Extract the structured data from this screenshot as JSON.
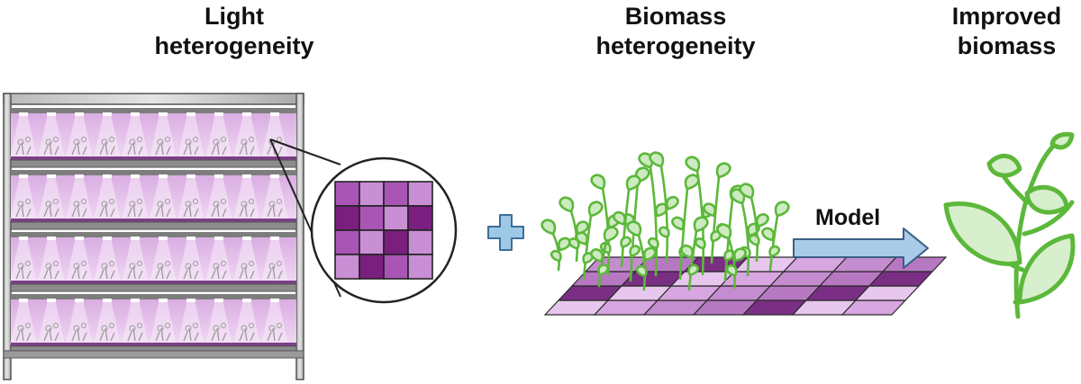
{
  "titles": {
    "light": [
      "Light",
      "heterogeneity"
    ],
    "biomass": [
      "Biomass",
      "heterogeneity"
    ],
    "improved": [
      "Improved",
      "biomass"
    ]
  },
  "arrow_label": "Model",
  "colors": {
    "shelf_frame": "#9a9a9a",
    "shelf_light": "#e6c6ee",
    "grid_light": "#c98fd4",
    "grid_mid": "#a955b6",
    "grid_dark": "#7a1f7f",
    "plus": "#9ec9e6",
    "arrow": "#a9cbe8",
    "leaf_fill": "#cdeac0",
    "leaf_stroke": "#5cb83a"
  },
  "light_grid": [
    [
      1,
      0,
      1,
      0
    ],
    [
      2,
      1,
      0,
      2
    ],
    [
      1,
      0,
      2,
      0
    ],
    [
      0,
      2,
      1,
      0
    ]
  ],
  "icons": {
    "shelf": "vertical-farm-shelf-icon",
    "zoom": "magnifier-grid-icon",
    "plus": "plus-icon",
    "plants": "plant-field-icon",
    "arrow": "arrow-right-icon",
    "plant": "plant-icon"
  }
}
